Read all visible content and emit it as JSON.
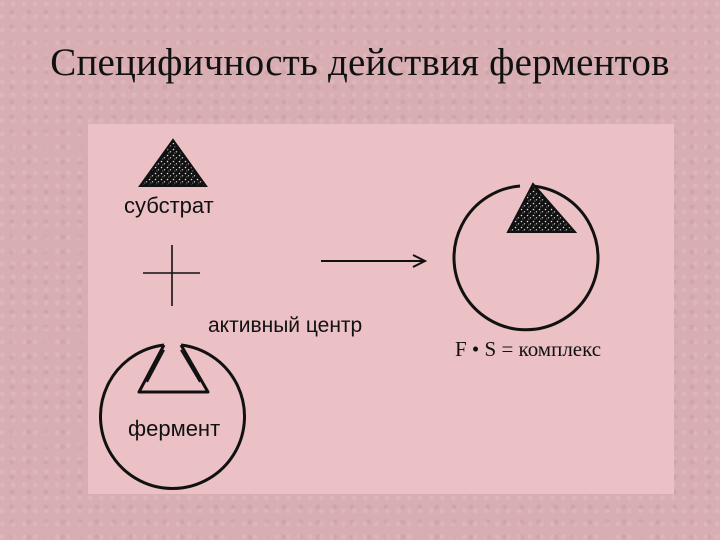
{
  "slide": {
    "title": "Специфичность действия ферментов"
  },
  "diagram": {
    "substrate_label": "субстрат",
    "active_center_label": "активный центр",
    "enzyme_label": "фермент",
    "complex_label": "F • S = комплекс"
  }
}
